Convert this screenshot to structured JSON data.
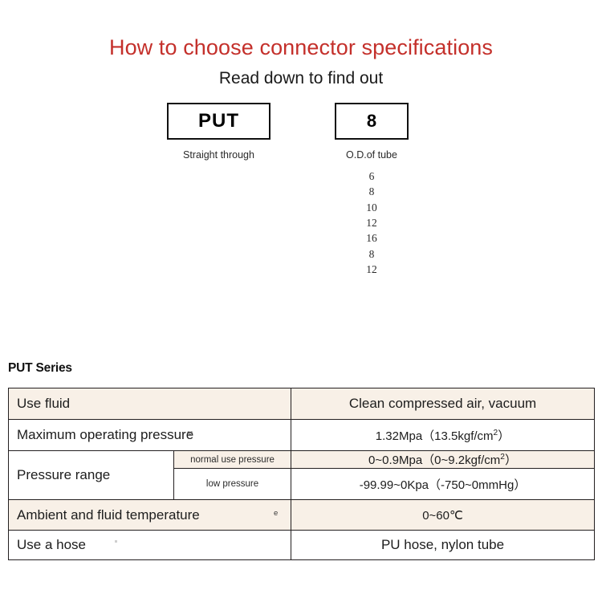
{
  "header": {
    "title": "How to choose connector specifications",
    "subtitle": "Read down to find out",
    "title_color": "#c4302b"
  },
  "selector": {
    "groups": [
      {
        "code": "PUT",
        "caption": "Straight through"
      },
      {
        "code": "8",
        "caption": "O.D.of tube"
      }
    ],
    "tube_sizes": [
      "6",
      "8",
      "10",
      "12",
      "16",
      "8",
      "12"
    ]
  },
  "spec": {
    "series_label": "PUT Series",
    "shade_color": "#f8f0e7",
    "rows": [
      {
        "label": "Use fluid",
        "sublabel": "",
        "value": "Clean compressed air, vacuum",
        "shaded": true
      },
      {
        "label": "Maximum operating pressure",
        "sublabel": "",
        "value": "1.32Mpa（13.5kgf/cm",
        "value_sup": "2",
        "value_tail": "）",
        "shaded": false
      },
      {
        "label": "Pressure range",
        "sublabel": "normal use pressure",
        "value": "0~0.9Mpa（0~9.2kgf/cm",
        "value_sup": "2",
        "value_tail": "）",
        "shaded": true
      },
      {
        "label": "",
        "sublabel": "low pressure",
        "value": "-99.99~0Kpa（-750~0mmHg）",
        "shaded": false
      },
      {
        "label": "Ambient and fluid temperature",
        "sublabel": "",
        "value": "0~60℃",
        "shaded": true
      },
      {
        "label": "Use a hose",
        "sublabel": "",
        "value": "PU hose, nylon tube",
        "shaded": false
      }
    ],
    "artifacts": {
      "ss": "ss",
      "e": "e"
    }
  }
}
